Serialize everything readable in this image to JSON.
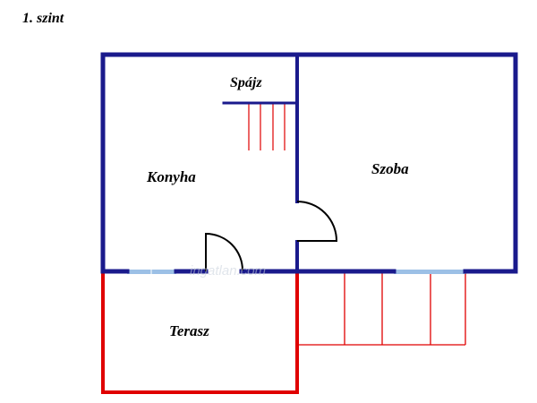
{
  "floor_title": "1. szint",
  "rooms": {
    "pantry": "Spájz",
    "kitchen": "Konyha",
    "room": "Szoba",
    "terrace": "Terasz"
  },
  "watermark": "ingatlan.com",
  "colors": {
    "wall": "#1a1a8c",
    "red": "#e00000",
    "window": "#9cc0e6",
    "background": "#ffffff"
  }
}
